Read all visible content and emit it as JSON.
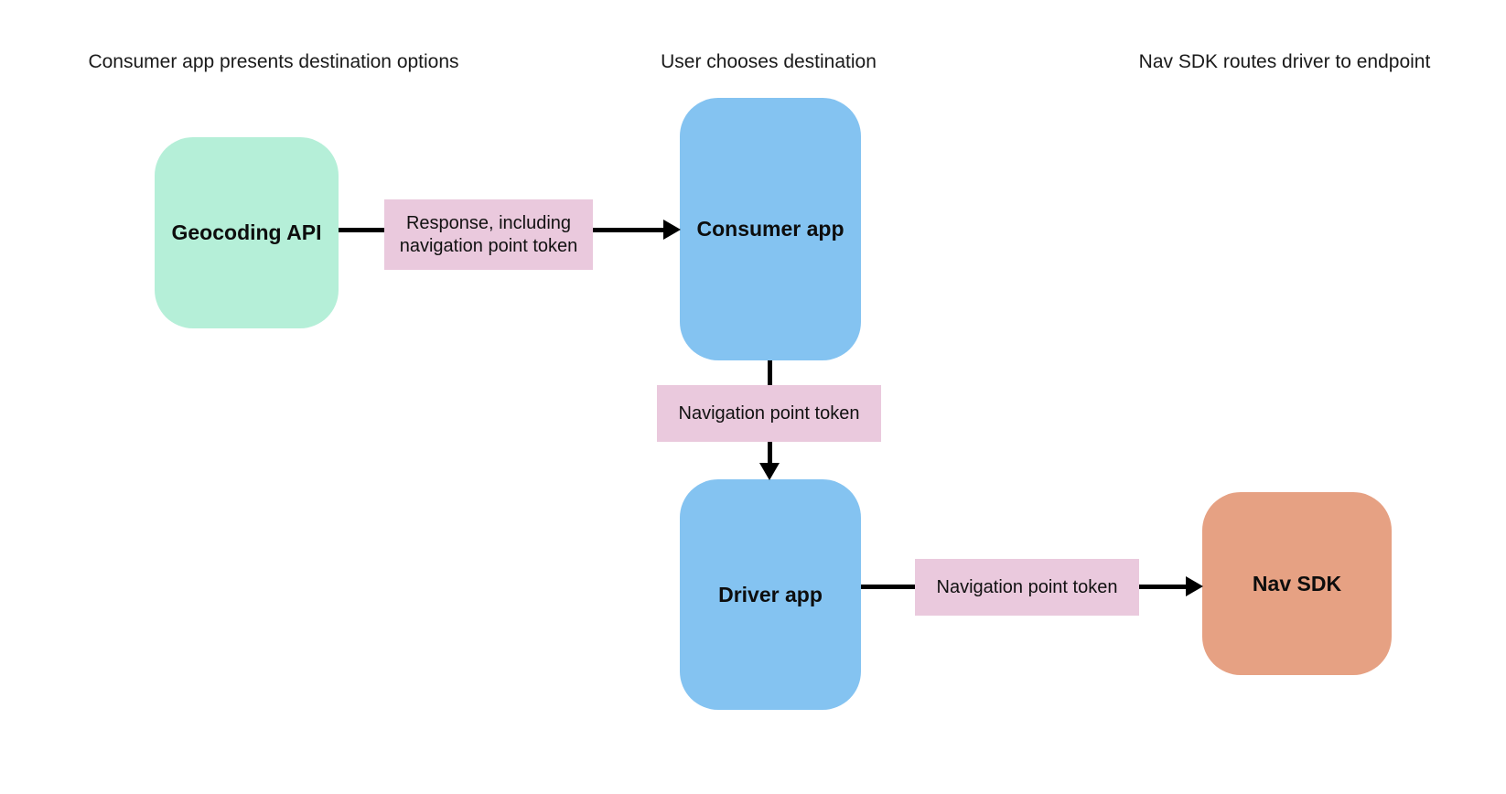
{
  "diagram": {
    "background_color": "#ffffff",
    "arrow_color": "#000000",
    "headers": {
      "left": "Consumer app presents destination options",
      "center": "User chooses destination",
      "right": "Nav SDK routes driver to endpoint"
    },
    "nodes": {
      "geocoding": {
        "label": "Geocoding API",
        "color": "#b5efd8"
      },
      "consumer": {
        "label": "Consumer app",
        "color": "#84c3f1"
      },
      "driver": {
        "label": "Driver app",
        "color": "#84c3f1"
      },
      "navsdk": {
        "label": "Nav SDK",
        "color": "#e6a183"
      }
    },
    "edge_labels": {
      "response": {
        "text": "Response, including navigation point token",
        "color": "#eac9dd"
      },
      "token_to_driver": {
        "text": "Navigation point token",
        "color": "#eac9dd"
      },
      "token_to_navsdk": {
        "text": "Navigation point token",
        "color": "#eac9dd"
      }
    },
    "flow": [
      {
        "from": "Geocoding API",
        "to": "Consumer app",
        "via": "Response, including navigation point token"
      },
      {
        "from": "Consumer app",
        "to": "Driver app",
        "via": "Navigation point token"
      },
      {
        "from": "Driver app",
        "to": "Nav SDK",
        "via": "Navigation point token"
      }
    ]
  }
}
